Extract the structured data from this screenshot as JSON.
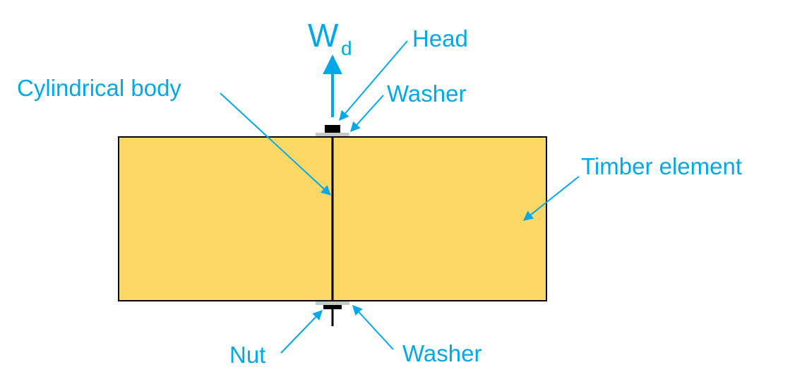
{
  "labels": {
    "force_main": "W",
    "force_sub": "d",
    "head": "Head",
    "washer_top": "Washer",
    "cylindrical_body": "Cylindrical body",
    "timber_element": "Timber element",
    "nut": "Nut",
    "washer_bottom": "Washer"
  },
  "colors": {
    "accent": "#00a8e8",
    "timber_fill": "#fdd866",
    "outline": "#000000",
    "washer": "#c8c8c8",
    "bolt": "#000000"
  }
}
